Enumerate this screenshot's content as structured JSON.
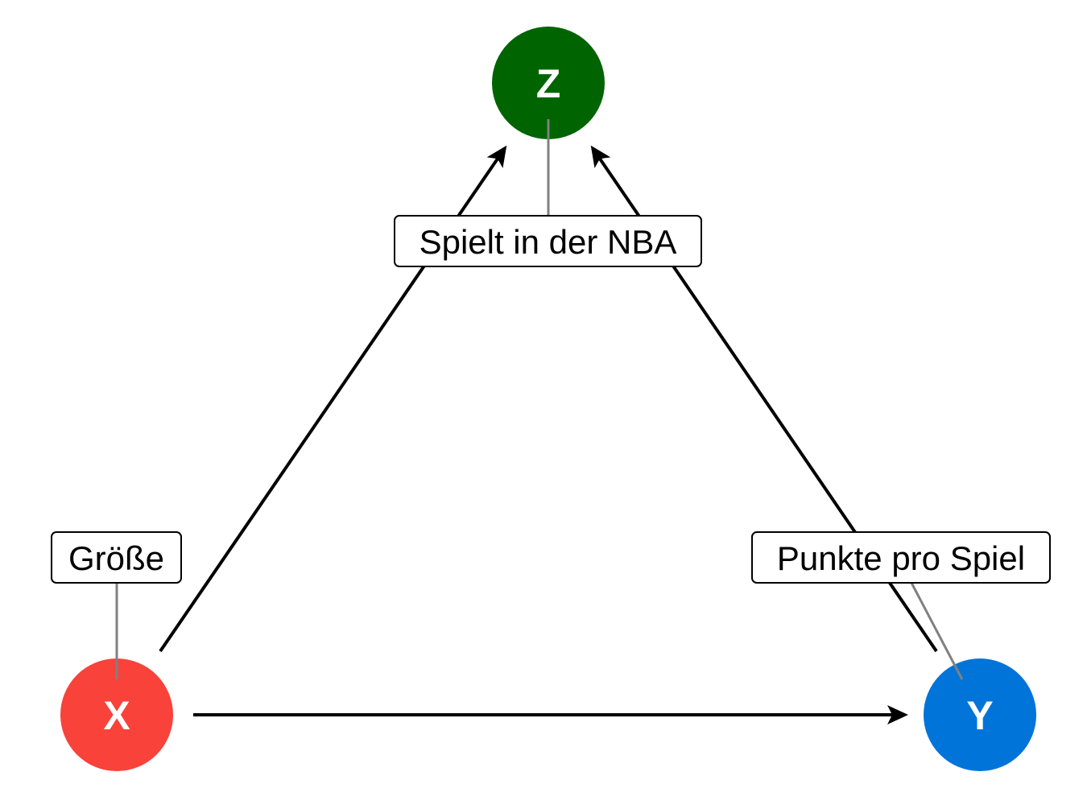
{
  "nodes": {
    "x": {
      "letter": "X",
      "label": "Größe",
      "color": "#F8423A"
    },
    "y": {
      "letter": "Y",
      "label": "Punkte pro Spiel",
      "color": "#0074D9"
    },
    "z": {
      "letter": "Z",
      "label": "Spielt in der NBA",
      "color": "#006400"
    }
  },
  "edges": [
    {
      "from": "X",
      "to": "Y"
    },
    {
      "from": "X",
      "to": "Z"
    },
    {
      "from": "Y",
      "to": "Z"
    }
  ]
}
